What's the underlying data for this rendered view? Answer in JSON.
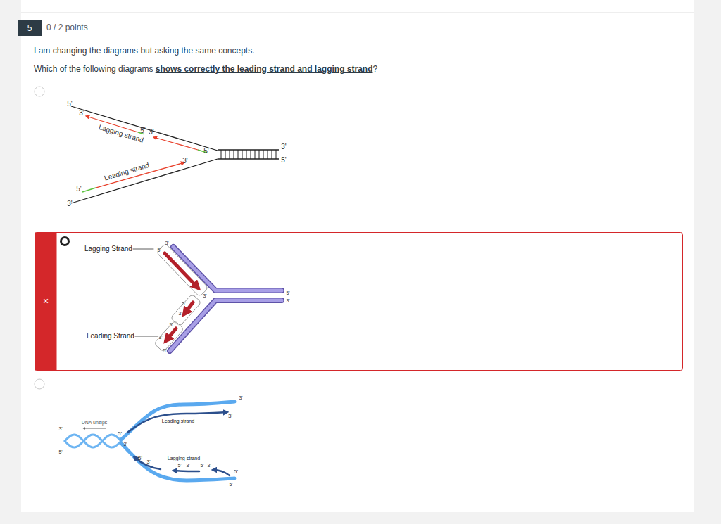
{
  "diagram": {
    "nodes": [
      {
        "text": [
          "5"
        ]
      }
    ],
    "labels": [
      "0 / 2 points",
      "I am changing the diagrams but asking the same concepts.",
      "Which of the following diagrams ",
      "shows correctly the leading strand and lagging strand",
      "?",
      "5'",
      "3'",
      "Lagging strand",
      "5'",
      "3'",
      "3'",
      "5'",
      "3'",
      "5'",
      "Leading strand",
      "5'",
      "3'",
      "Lagging Strand",
      "Leading Strand",
      "3'",
      "5'",
      "3'",
      "5'",
      "3'",
      "5'",
      "3'",
      "5'",
      "5'",
      "3'",
      "3'",
      "5'",
      "DNA unzips",
      "5'",
      "3'",
      "Leading strand",
      "3'",
      "3'",
      "5'",
      "3'",
      "Lagging strand",
      "5'",
      "3'",
      "5'",
      "3'",
      "5'",
      "5'",
      "×"
    ]
  }
}
